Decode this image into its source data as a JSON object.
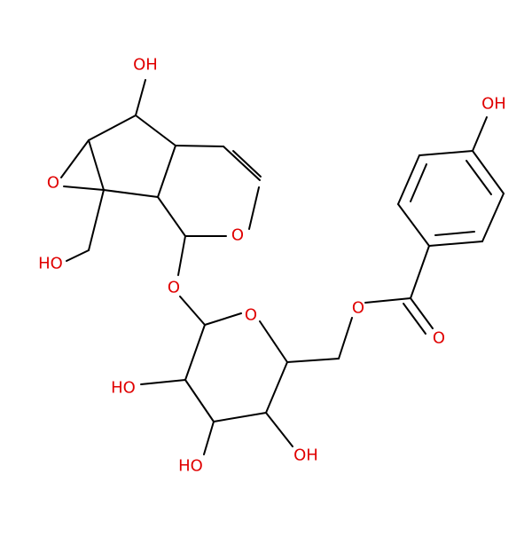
{
  "molecule": {
    "bond_color": "#000000",
    "heteroatom_color": "#e00000",
    "atom_labels": {
      "oh_top": "OH",
      "o_epoxide": "O",
      "ho_methyl": "HO",
      "o_ring": "O",
      "o_glycoside": "O",
      "o_pyranose": "O",
      "ho_left": "HO",
      "ho_bottom": "HO",
      "oh_bottom_right": "OH",
      "o_ester": "O",
      "o_carbonyl": "O",
      "oh_phenol": "OH"
    }
  }
}
